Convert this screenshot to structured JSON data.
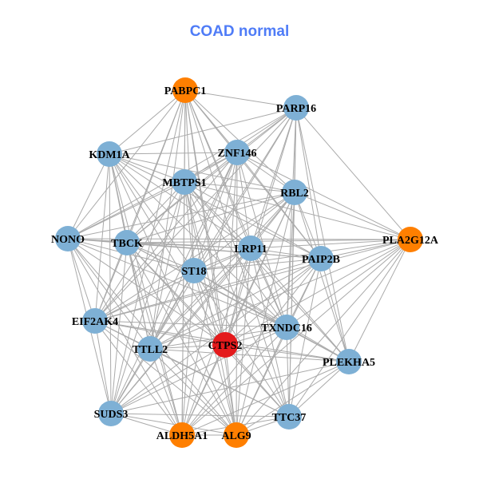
{
  "title": "COAD normal",
  "colors": {
    "blue": "#7eb0d5",
    "orange": "#ff7f00",
    "red": "#e41a1c",
    "edge": "#aaaaaa",
    "title": "#4f7cf7"
  },
  "nodes": [
    {
      "id": "PABPC1",
      "color": "orange"
    },
    {
      "id": "PARP16",
      "color": "blue"
    },
    {
      "id": "KDM1A",
      "color": "blue"
    },
    {
      "id": "ZNF146",
      "color": "blue"
    },
    {
      "id": "MBTPS1",
      "color": "blue"
    },
    {
      "id": "RBL2",
      "color": "blue"
    },
    {
      "id": "NONO",
      "color": "blue"
    },
    {
      "id": "TBCK",
      "color": "blue"
    },
    {
      "id": "LRP11",
      "color": "blue"
    },
    {
      "id": "PAIP2B",
      "color": "blue"
    },
    {
      "id": "PLA2G12A",
      "color": "orange"
    },
    {
      "id": "ST18",
      "color": "blue"
    },
    {
      "id": "EIF2AK4",
      "color": "blue"
    },
    {
      "id": "TTLL2",
      "color": "blue"
    },
    {
      "id": "CTPS2",
      "color": "red"
    },
    {
      "id": "TXNDC16",
      "color": "blue"
    },
    {
      "id": "PLEKHA5",
      "color": "blue"
    },
    {
      "id": "SUDS3",
      "color": "blue"
    },
    {
      "id": "ALDH5A1",
      "color": "orange"
    },
    {
      "id": "ALG9",
      "color": "orange"
    },
    {
      "id": "TTC37",
      "color": "blue"
    }
  ],
  "adjacency": {
    "PABPC1": [
      "PARP16",
      "KDM1A",
      "ZNF146",
      "MBTPS1",
      "RBL2",
      "NONO",
      "TBCK",
      "LRP11",
      "PAIP2B",
      "ST18",
      "EIF2AK4",
      "TTLL2",
      "CTPS2",
      "TXNDC16",
      "SUDS3",
      "ALDH5A1",
      "ALG9",
      "TTC37"
    ],
    "PARP16": [
      "PLA2G12A",
      "ZNF146",
      "MBTPS1",
      "RBL2",
      "LRP11",
      "PAIP2B",
      "ST18",
      "TBCK",
      "NONO",
      "TTLL2",
      "CTPS2",
      "TXNDC16",
      "PLEKHA5",
      "TTC37",
      "KDM1A",
      "EIF2AK4"
    ],
    "KDM1A": [
      "ZNF146",
      "MBTPS1",
      "NONO",
      "TBCK",
      "LRP11",
      "ST18",
      "EIF2AK4",
      "TTLL2",
      "CTPS2",
      "TXNDC16",
      "SUDS3",
      "ALDH5A1",
      "ALG9",
      "RBL2",
      "PAIP2B"
    ],
    "ZNF146": [
      "MBTPS1",
      "RBL2",
      "NONO",
      "TBCK",
      "LRP11",
      "PAIP2B",
      "PLA2G12A",
      "ST18",
      "EIF2AK4",
      "TTLL2",
      "CTPS2",
      "TXNDC16",
      "SUDS3",
      "ALDH5A1",
      "ALG9"
    ],
    "MBTPS1": [
      "RBL2",
      "NONO",
      "TBCK",
      "LRP11",
      "PAIP2B",
      "PLA2G12A",
      "ST18",
      "EIF2AK4",
      "TTLL2",
      "CTPS2",
      "TXNDC16",
      "PLEKHA5",
      "SUDS3",
      "ALDH5A1",
      "ALG9",
      "TTC37"
    ],
    "RBL2": [
      "NONO",
      "TBCK",
      "LRP11",
      "PAIP2B",
      "PLA2G12A",
      "ST18",
      "TTLL2",
      "CTPS2",
      "TXNDC16",
      "PLEKHA5",
      "SUDS3",
      "ALDH5A1",
      "ALG9",
      "TTC37",
      "EIF2AK4"
    ],
    "NONO": [
      "TBCK",
      "LRP11",
      "PAIP2B",
      "PLA2G12A",
      "ST18",
      "EIF2AK4",
      "TTLL2",
      "CTPS2",
      "TXNDC16",
      "SUDS3",
      "ALDH5A1",
      "ALG9"
    ],
    "TBCK": [
      "LRP11",
      "PAIP2B",
      "PLA2G12A",
      "ST18",
      "EIF2AK4",
      "TTLL2",
      "CTPS2",
      "TXNDC16",
      "PLEKHA5",
      "SUDS3",
      "ALDH5A1",
      "ALG9",
      "TTC37"
    ],
    "LRP11": [
      "PAIP2B",
      "PLA2G12A",
      "ST18",
      "EIF2AK4",
      "TTLL2",
      "CTPS2",
      "TXNDC16",
      "PLEKHA5",
      "SUDS3",
      "ALDH5A1",
      "ALG9",
      "TTC37"
    ],
    "PAIP2B": [
      "PLA2G12A",
      "ST18",
      "EIF2AK4",
      "TTLL2",
      "CTPS2",
      "TXNDC16",
      "PLEKHA5",
      "SUDS3",
      "ALDH5A1",
      "ALG9",
      "TTC37"
    ],
    "PLA2G12A": [
      "ST18",
      "EIF2AK4",
      "TTLL2",
      "CTPS2",
      "TXNDC16",
      "PLEKHA5",
      "ALG9",
      "TTC37",
      "ALDH5A1"
    ],
    "ST18": [
      "EIF2AK4",
      "TTLL2",
      "CTPS2",
      "TXNDC16",
      "PLEKHA5",
      "SUDS3",
      "ALDH5A1",
      "ALG9",
      "TTC37"
    ],
    "EIF2AK4": [
      "TTLL2",
      "CTPS2",
      "TXNDC16",
      "PLEKHA5",
      "SUDS3",
      "ALDH5A1",
      "ALG9",
      "TTC37"
    ],
    "TTLL2": [
      "CTPS2",
      "TXNDC16",
      "PLEKHA5",
      "SUDS3",
      "ALDH5A1",
      "ALG9",
      "TTC37"
    ],
    "CTPS2": [
      "TXNDC16",
      "PLEKHA5",
      "SUDS3",
      "ALDH5A1",
      "ALG9",
      "TTC37"
    ],
    "TXNDC16": [
      "PLEKHA5",
      "SUDS3",
      "ALDH5A1",
      "ALG9",
      "TTC37"
    ],
    "PLEKHA5": [
      "ALDH5A1",
      "ALG9",
      "TTC37",
      "SUDS3"
    ],
    "SUDS3": [
      "ALDH5A1",
      "ALG9",
      "TTC37"
    ],
    "ALDH5A1": [
      "ALG9",
      "TTC37"
    ],
    "ALG9": [
      "TTC37"
    ]
  }
}
